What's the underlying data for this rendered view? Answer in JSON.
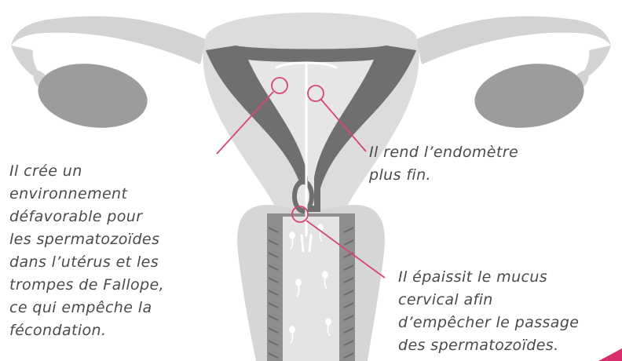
{
  "annotations": {
    "environment": {
      "lines": [
        "Il crée un",
        "environnement",
        "défavorable pour",
        "les spermatozoïdes",
        "dans l’utérus et les",
        "trompes de Fallope,",
        "ce qui empêche la",
        "fécondation."
      ]
    },
    "endometrium": {
      "lines": [
        "Il rend l’endomètre",
        "plus fin."
      ]
    },
    "mucus": {
      "lines": [
        "Il épaissit le mucus",
        "cervical afin",
        "d’empêcher le passage",
        "des spermatozoïdes."
      ]
    }
  },
  "colors": {
    "tissue": "#dcdcdc",
    "tissue_mid": "#c9c9c9",
    "ovary": "#9c9c9c",
    "lining": "#6f6f6f",
    "callout_line": "#d6457c",
    "accent_corner": "#d92f6c"
  }
}
